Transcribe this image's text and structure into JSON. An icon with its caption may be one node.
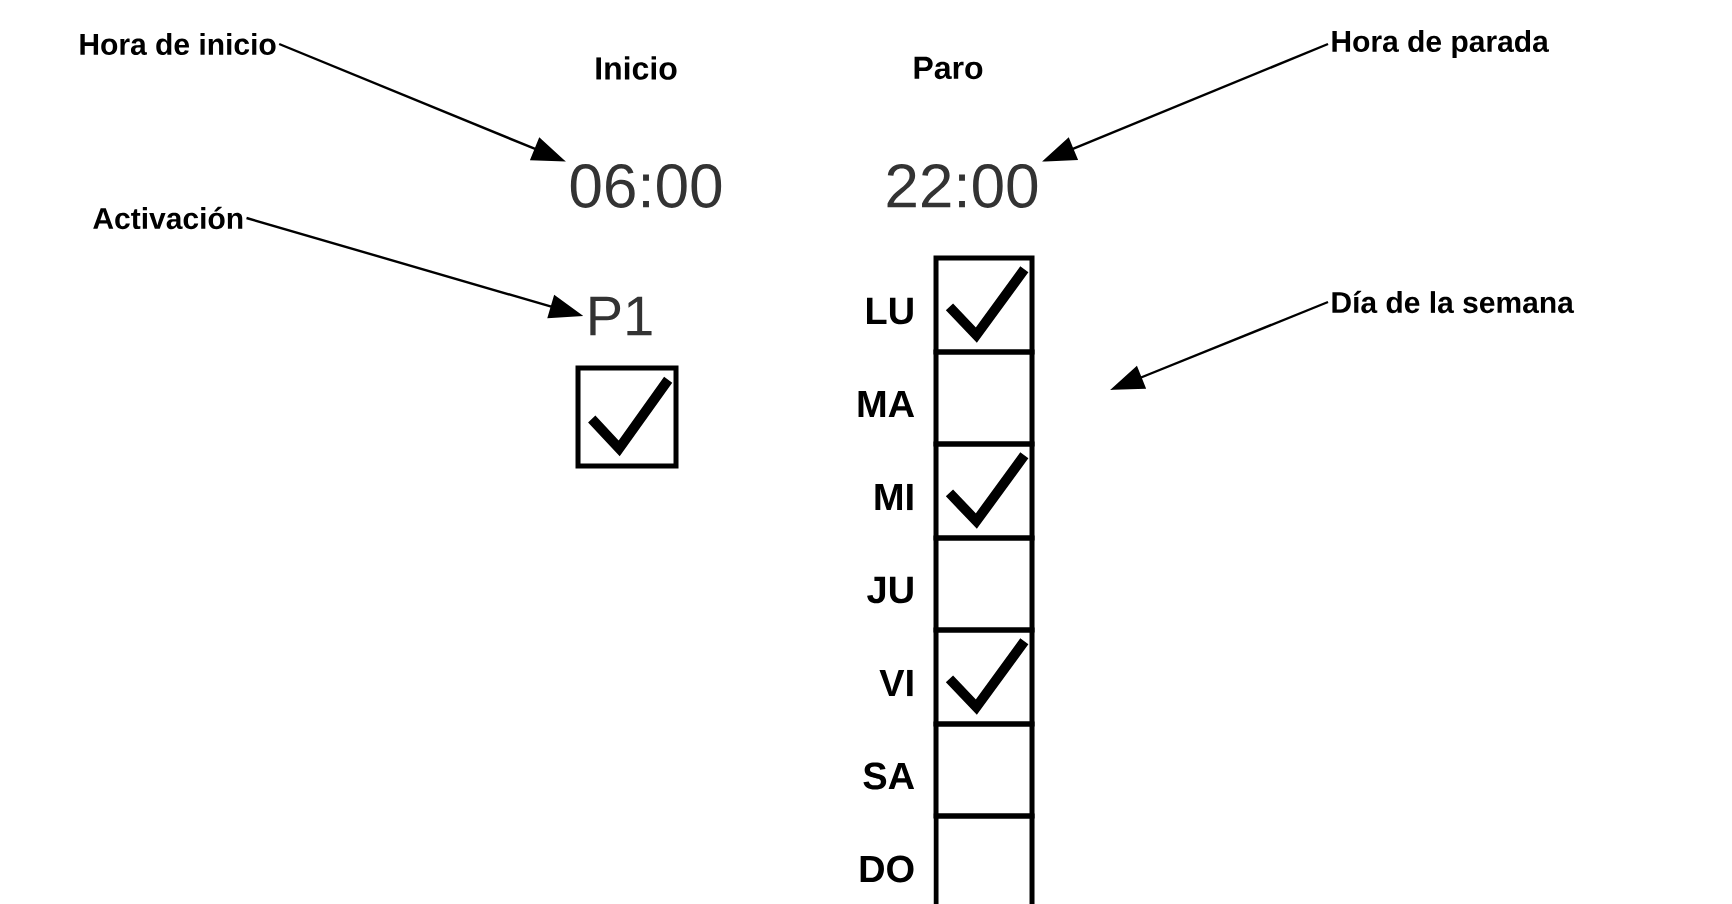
{
  "diagram": {
    "nodes": [
      {
        "text": [
          "Hora de inicio"
        ]
      },
      {
        "text": [
          "Inicio"
        ]
      },
      {
        "text": [
          "Paro"
        ]
      },
      {
        "text": [
          "Hora de parada"
        ]
      },
      {
        "text": [
          "06:00"
        ]
      },
      {
        "text": [
          "22:00"
        ]
      },
      {
        "text": [
          "Activación"
        ]
      },
      {
        "text": [
          "P1"
        ]
      },
      {
        "text": [],
        "shape": "checkmark"
      },
      {
        "text": [
          "Día de la semana"
        ]
      },
      {
        "text": [],
        "shape": "checkmark",
        "beside": [
          "LU"
        ]
      },
      {
        "text": [],
        "shape": "box",
        "beside": [
          "MA"
        ]
      },
      {
        "text": [],
        "shape": "checkmark",
        "beside": [
          "MI"
        ]
      },
      {
        "text": [],
        "shape": "box",
        "beside": [
          "JU"
        ]
      },
      {
        "text": [],
        "shape": "checkmark",
        "beside": [
          "VI"
        ]
      },
      {
        "text": [],
        "shape": "box",
        "beside": [
          "SA"
        ]
      },
      {
        "text": [],
        "shape": "box",
        "beside": [
          "DO"
        ]
      }
    ],
    "edges": [
      {
        "from": 0,
        "to": 4,
        "arrow": "to"
      },
      {
        "from": 3,
        "to": 5,
        "arrow": "to"
      },
      {
        "from": 6,
        "to": 7,
        "arrow": "to"
      },
      {
        "from": 9,
        "to": null,
        "arrow": "to"
      }
    ]
  }
}
